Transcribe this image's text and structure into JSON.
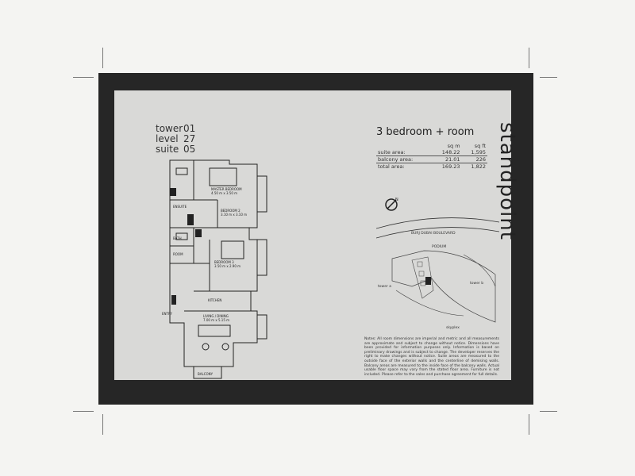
{
  "document": {
    "tower_label": "tower",
    "tower": "01",
    "level_label": "level",
    "level": "27",
    "suite_label": "suite",
    "suite": "05",
    "unit_type": "3 bedroom + room",
    "brand": "standpoint",
    "areas": {
      "headers": [
        "sq m",
        "sq ft"
      ],
      "rows": [
        {
          "label": "suite area:",
          "sqm": "148.22",
          "sqft": "1,595"
        },
        {
          "label": "balcony area:",
          "sqm": "21.01",
          "sqft": "226"
        },
        {
          "label": "total area:",
          "sqm": "169.23",
          "sqft": "1,822"
        }
      ]
    },
    "plan": {
      "rooms": {
        "master": "MASTER BEDROOM",
        "master_dim": "4.50 m x 3.50 m",
        "ensuite": "ENSUITE",
        "bed2": "BEDROOM 2",
        "bed2_dim": "3.10 m x 3.10 m",
        "bed3": "BEDROOM 3",
        "bed3_dim": "3.50 m x 2.90 m",
        "bath": "BATH",
        "room": "ROOM",
        "kitchen": "KITCHEN",
        "living": "LIVING / DINING",
        "living_dim": "7.00 m x 5.15 m",
        "balcony": "BALCONY",
        "entry": "ENTRY"
      }
    },
    "site": {
      "boulevard": "BURJ DUBAI BOULEVARD",
      "podium": "PODIUM",
      "tower_a": "tower a",
      "tower_b": "tower b",
      "skyplex": "skyplex"
    },
    "disclaimer": "Notes: All room dimensions are imperial and metric and all measurements are approximate and subject to change without notice. Dimensions have been provided for information purposes only. Information is based on preliminary drawings and is subject to change. The developer reserves the right to make changes without notice. Suite areas are measured to the outside face of the exterior walls and the centerline of demising walls. Balcony areas are measured to the inside face of the balcony walls. Actual usable floor space may vary from the stated floor area. Furniture is not included. Please refer to the sales and purchase agreement for full details."
  },
  "colors": {
    "frame": "#262626",
    "sheet": "#d9d9d7",
    "ink": "#222222"
  }
}
